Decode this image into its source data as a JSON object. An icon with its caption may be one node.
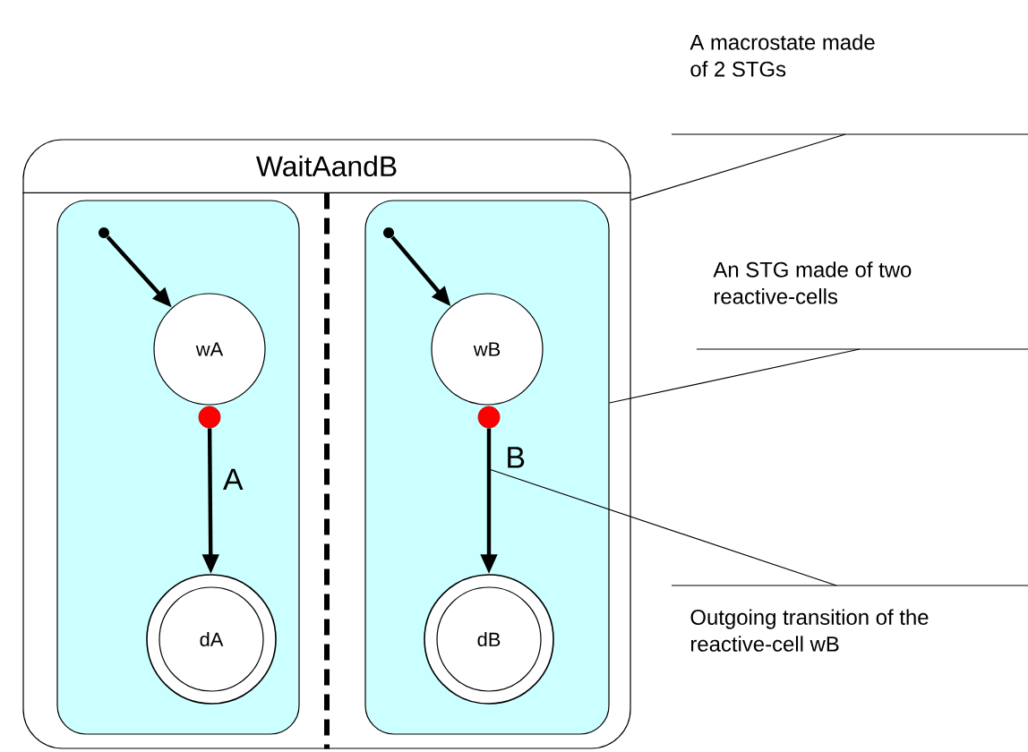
{
  "diagram": {
    "nodes": [
      {
        "text": [
          "WaitAandB"
        ]
      },
      {
        "text": [],
        "shape": "box",
        "in": 0
      },
      {
        "text": [],
        "shape": "box",
        "in": 0
      },
      {
        "text": [],
        "shape": "circle",
        "in": 1
      },
      {
        "text": [
          "wA"
        ],
        "in": 1
      },
      {
        "text": [],
        "shape": "circle",
        "in": 1
      },
      {
        "text": [
          "dA"
        ],
        "in": 1
      },
      {
        "text": [],
        "shape": "circle",
        "in": 2
      },
      {
        "text": [
          "wB"
        ],
        "in": 2
      },
      {
        "text": [],
        "shape": "circle",
        "in": 2
      },
      {
        "text": [
          "dB"
        ],
        "in": 2
      },
      {
        "text": [
          "A macrostate made of 2 STGs"
        ]
      },
      {
        "text": [
          "An STG made of two reactive-cells"
        ]
      },
      {
        "text": [
          "Outgoing transition of the reactive-cell wB"
        ]
      }
    ],
    "edges": [
      {
        "from": 3,
        "to": 4,
        "arrow": "to"
      },
      {
        "from": 5,
        "to": 6,
        "arrow": "to",
        "label": "A"
      },
      {
        "from": 7,
        "to": 8,
        "arrow": "to"
      },
      {
        "from": 9,
        "to": 10,
        "arrow": "to",
        "label": "B"
      },
      {
        "from": 11,
        "to": 0,
        "arrow": "none"
      },
      {
        "from": 12,
        "to": 2,
        "arrow": "none"
      },
      {
        "from": 13,
        "to": null,
        "arrow": "none"
      }
    ]
  }
}
